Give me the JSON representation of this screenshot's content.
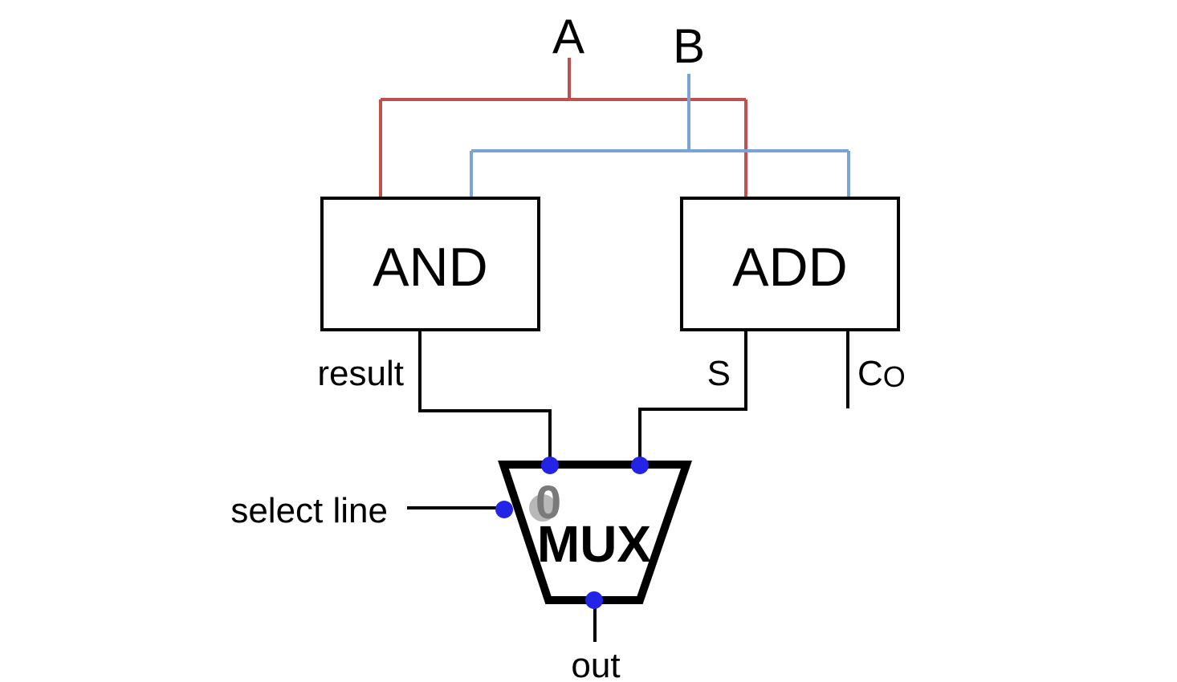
{
  "inputs": {
    "a": "A",
    "b": "B"
  },
  "blocks": {
    "and_label": "AND",
    "add_label": "ADD"
  },
  "ports": {
    "result": "result",
    "s": "S",
    "co_main": "C",
    "co_sub": "O",
    "select_line": "select line",
    "out": "out"
  },
  "mux": {
    "label": "MUX",
    "select_value": "0"
  },
  "colors": {
    "wire_a": "#c0504d",
    "wire_b": "#7ba3d3",
    "wire_black": "#000000",
    "port_dot": "#2424e6",
    "mux_select_highlight": "#b8b8b8"
  }
}
